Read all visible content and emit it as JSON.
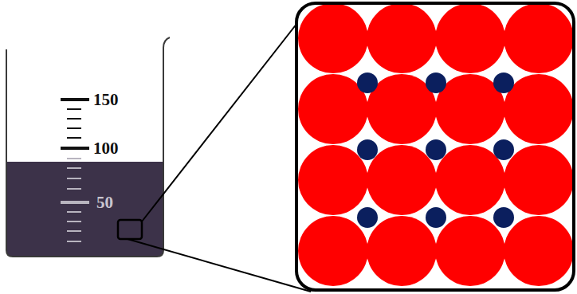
{
  "diagram": {
    "labels": [
      "150",
      "100",
      "50"
    ]
  }
}
